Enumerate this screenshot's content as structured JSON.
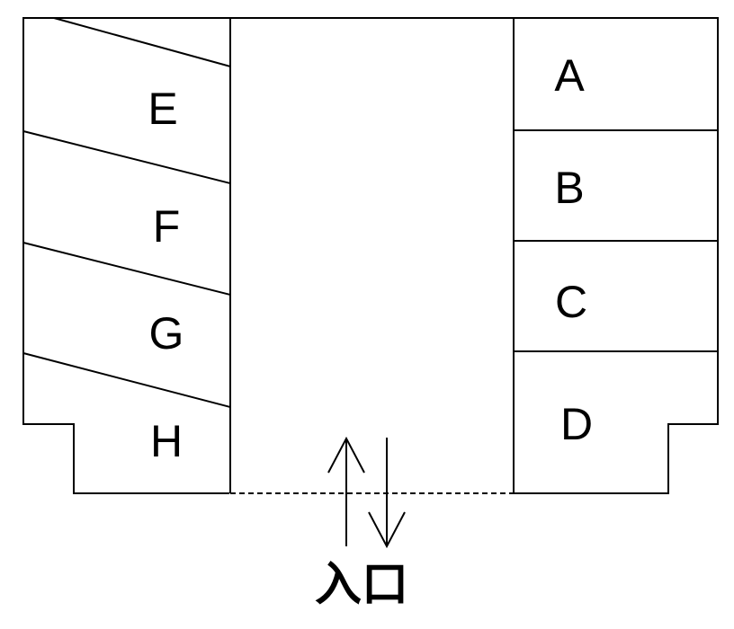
{
  "parking_layout": {
    "right_spaces": [
      {
        "label": "A"
      },
      {
        "label": "B"
      },
      {
        "label": "C"
      },
      {
        "label": "D"
      }
    ],
    "left_spaces": [
      {
        "label": "E"
      },
      {
        "label": "F"
      },
      {
        "label": "G"
      },
      {
        "label": "H"
      }
    ],
    "entrance_label": "入口"
  }
}
